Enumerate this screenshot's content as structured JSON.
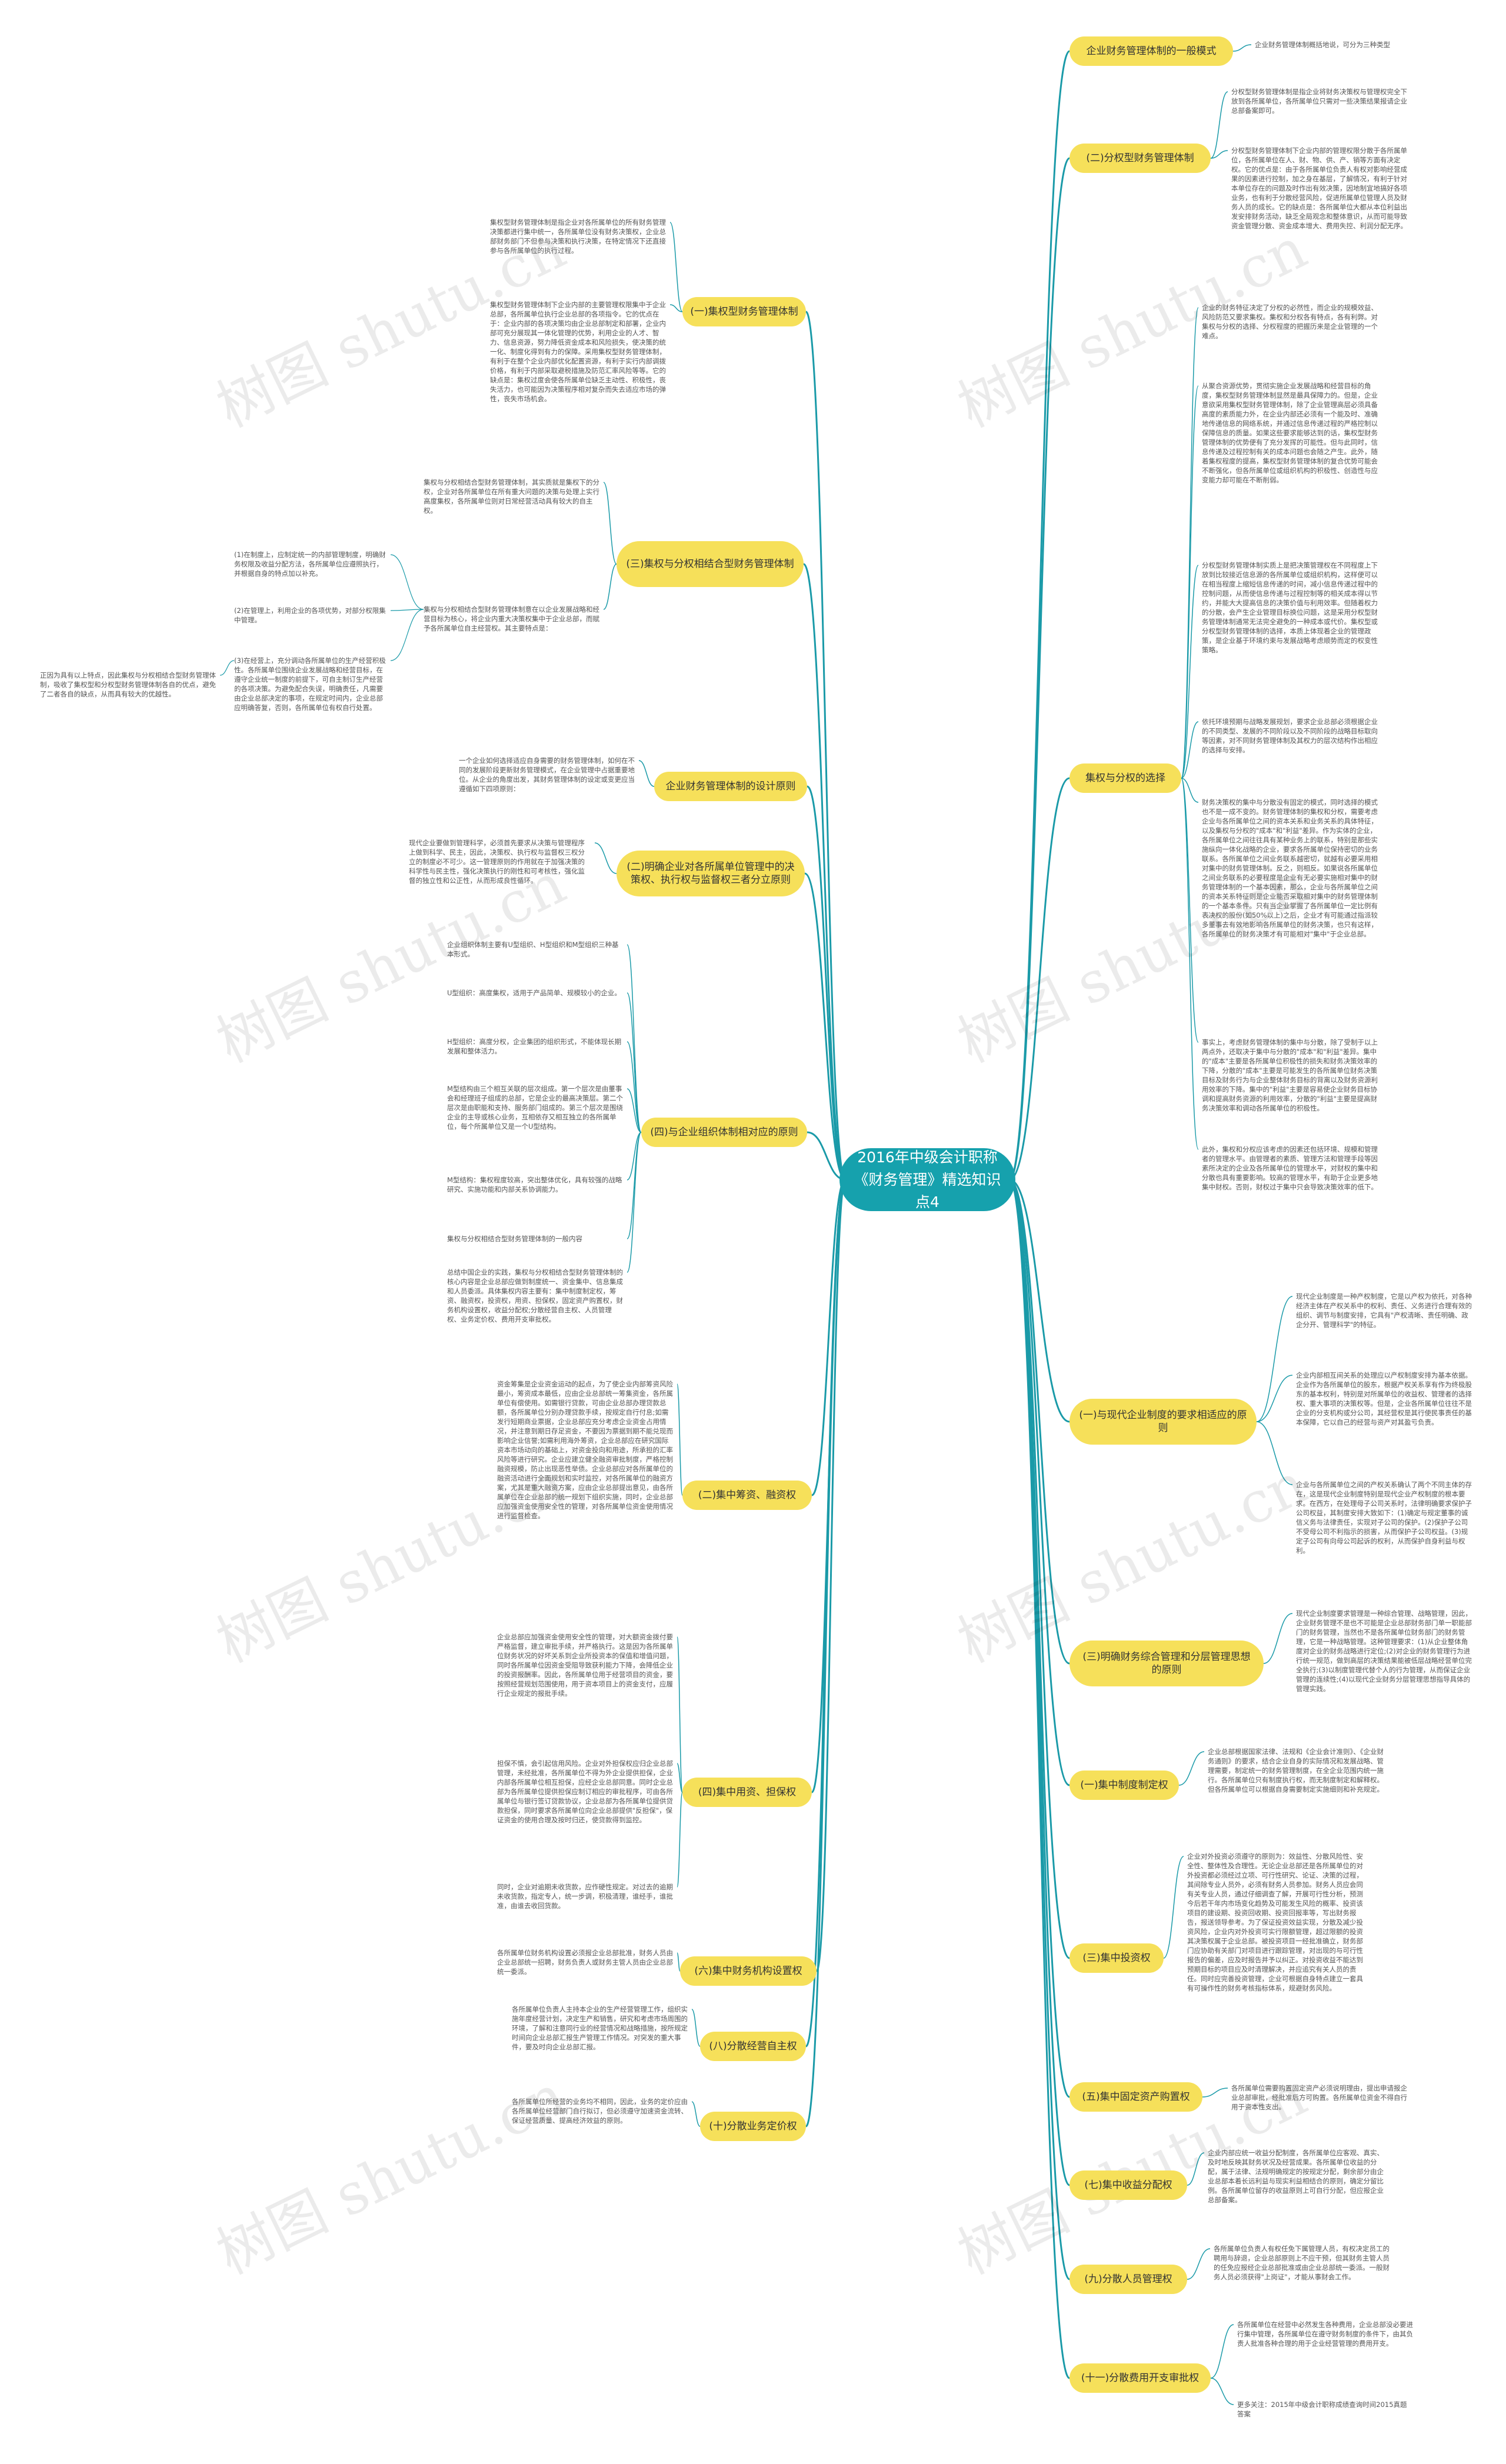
{
  "center": "2016年中级会计职称《财务管理》精选知识点4",
  "watermark": "树图 shutu.cn",
  "colors": {
    "center_fill": "#16a1ad",
    "branch_fill": "#f6e05a",
    "line": "#1a9aa8"
  },
  "right": {
    "b1": {
      "label": "企业财务管理体制的一般模式",
      "leaf": "企业财务管理体制概括地说，可分为三种类型"
    },
    "b2": {
      "label": "(二)分权型财务管理体制",
      "leaf1": "分权型财务管理体制是指企业将财务决策权与管理权完全下放到各所属单位，各所属单位只需对一些决策结果报请企业总部备案即可。",
      "leaf2": "分权型财务管理体制下企业内部的管理权限分散于各所属单位，各所属单位在人、财、物、供、产、销等方面有决定权。它的优点是：由于各所属单位负责人有权对影响经营成果的因素进行控制，加之身在基层，了解情况，有利于针对本单位存在的问题及时作出有效决策，因地制宜地搞好各项业务，也有利于分散经营风险，促进所属单位管理人员及财务人员的成长。它的缺点是：各所属单位大都从本位利益出发安排财务活动，缺乏全局观念和整体意识，从而可能导致资金管理分散、资金成本增大、费用失控、利润分配无序。"
    },
    "b3": {
      "label": "集权与分权的选择",
      "leaf1": "企业的财务特征决定了分权的必然性，而企业的规模效益、风险防范又要求集权。集权和分权各有特点，各有利弊。对集权与分权的选择、分权程度的把握历来是企业管理的一个难点。",
      "leaf2": "从聚合资源优势，贯彻实施企业发展战略和经营目标的角度，集权型财务管理体制显然是最具保障力的。但是，企业意欲采用集权型财务管理体制，除了企业管理高层必须具备高度的素质能力外，在企业内部还必须有一个能及时、准确地传递信息的网络系统，并通过信息传递过程的严格控制以保障信息的质量。如果这些要求能够达到的话，集权型财务管理体制的优势便有了充分发挥的可能性。但与此同时，信息传递及过程控制有关的成本问题也会随之产生。此外，随着集权程度的提高，集权型财务管理体制的复合优势可能会不断强化，但各所属单位或组织机构的积极性、创造性与应变能力却可能在不断削弱。",
      "leaf3": "分权型财务管理体制实质上是把决策管理权在不同程度上下放到比较接近信息源的各所属单位或组织机构，这样便可以在相当程度上缩短信息传递的时间，减小信息传递过程中的控制问题，从而使信息传递与过程控制等的相关成本得以节约，并能大大提高信息的决策价值与利用效率。但随着权力的分散，会产生企业管理目标换位问题，这是采用分权型财务管理体制通常无法完全避免的一种成本或代价。集权型或分权型财务管理体制的选择，本质上体现着企业的管理政策，是企业基于环境约束与发展战略考虑顺势而定的权变性策略。",
      "leaf4": "依托环境预期与战略发展规划，要求企业总部必须根据企业的不同类型、发展的不同阶段以及不同阶段的战略目标取向等因素，对不同财务管理体制及其权力的层次结构作出相应的选择与安排。",
      "leaf5": "财务决策权的集中与分散没有固定的模式，同时选择的模式也不是一成不变的。财务管理体制的集权和分权，需要考虑企业与各所属单位之间的资本关系和业务关系的具体特征，以及集权与分权的\"成本\"和\"利益\"差异。作为实体的企业，各所属单位之间往往具有某种业务上的联系，特别是那些实施纵向一体化战略的企业，要求各所属单位保持密切的业务联系。各所属单位之间业务联系越密切，就越有必要采用相对集中的财务管理体制。反之，则相反。如果说各所属单位之间业务联系的必要程度是企业有无必要实施相对集中的财务管理体制的一个基本因素，那么，企业与各所属单位之间的资本关系特征则是企业能否采取相对集中的财务管理体制的一个基本条件。只有当企业掌握了各所属单位一定比例有表决权的股份(如50%以上)之后，企业才有可能通过指派较多董事去有效地影响各所属单位的财务决策，也只有这样，各所属单位的财务决策才有可能相对\"集中\"于企业总部。",
      "leaf6": "事实上，考虑财务管理体制的集中与分散，除了受制于以上两点外，还取决于集中与分散的\"成本\"和\"利益\"差异。集中的\"成本\"主要是各所属单位积极性的损失和财务决策效率的下降，分散的\"成本\"主要是可能发生的各所属单位财务决策目标及财务行为与企业整体财务目标的背离以及财务资源利用效率的下降。集中的\"利益\"主要是容易使企业财务目标协调和提高财务资源的利用效率，分散的\"利益\"主要是提高财务决策效率和调动各所属单位的积极性。",
      "leaf7": "此外，集权和分权应该考虑的因素还包括环境、规模和管理者的管理水平。由管理者的素质、管理方法和管理手段等因素所决定的企业及各所属单位的管理水平，对财权的集中和分散也具有重要影响。较高的管理水平，有助于企业更多地集中财权。否则，财权过于集中只会导致决策效率的低下。"
    },
    "b4": {
      "label": "(一)与现代企业制度的要求相适应的原则",
      "leaf1": "现代企业制度是一种产权制度，它是以产权为依托，对各种经济主体在产权关系中的权利、责任、义务进行合理有效的组织、调节与制度安排，它具有\"产权清晰、责任明确、政企分开、管理科学\"的特征。",
      "leaf2": "企业内部相互间关系的处理应以产权制度安排为基本依据。企业作为各所属单位的股东，根据产权关系享有作为终极股东的基本权利，特别是对所属单位的收益权、管理者的选择权、重大事项的决策权等。但是，企业各所属单位往往不是企业的分支机构或分公司，其经营权是其行使民事责任的基本保障，它以自己的经营与资产对其盈亏负责。",
      "leaf3": "企业与各所属单位之间的产权关系确认了两个不同主体的存在，这是现代企业制度特别是现代企业产权制度的根本要求。在西方，在处理母子公司关系时，法律明确要求保护子公司权益，其制度安排大致如下：(1)确定与规定董事的诚信义务与法律责任，实现对子公司的保护。(2)保护子公司不受母公司不利指示的损害，从而保护子公司权益。(3)规定子公司有向母公司起诉的权利，从而保护自身利益与权利。"
    },
    "b5": {
      "label": "(三)明确财务综合管理和分层管理思想的原则",
      "leaf": "现代企业制度要求管理是一种综合管理、战略管理，因此，企业财务管理不是也不可能是企业总部财务部门单一职能部门的财务管理，当然也不是各所属单位财务部门的财务管理，它是一种战略管理。这种管理要求：(1)从企业整体角度对企业的财务战略进行定位;(2)对企业的财务管理行为进行统一规范，做到高层的决策结果能被低层战略经营单位完全执行;(3)以制度管理代替个人的行为管理，从而保证企业管理的连续性;(4)以现代企业财务分层管理思想指导具体的管理实践。"
    },
    "b6": {
      "label": "(一)集中制度制定权",
      "leaf": "企业总部根据国家法律、法规和《企业会计准则》、《企业财务通则》的要求，结合企业自身的实际情况和发展战略、管理需要，制定统一的财务管理制度，在全企业范围内统一施行。各所属单位只有制度执行权，而无制度制定和解释权。但各所属单位可以根据自身需要制定实施细则和补充规定。"
    },
    "b7": {
      "label": "(三)集中投资权",
      "leaf": "企业对外投资必须遵守的原则为：效益性、分散风险性、安全性、整体性及合理性。无论企业总部还是各所属单位的对外投资都必须经过立项、可行性研究、论证、决策的过程，其间除专业人员外，必须有财务人员参加。财务人员应会同有关专业人员，通过仔细调查了解，开展可行性分析，预测今后若干年内市场变化趋势及可能发生风险的概率、投资该项目的建设期、投资回收期、投资回报率等，写出财务报告，报送领导参考。为了保证投资效益实现，分散及减少投资风险，企业内对外投资可实行限额管理，超过限额的投资其决策权属于企业总部。被投资项目一经批准确立，财务部门应协助有关部门对项目进行跟踪管理，对出现的与可行性报告的偏差，应及时报告并予以纠正。对投资收益不能达到预期目标的项目应及时清理解决，并应追究有关人员的责任。同时应完善投资管理，企业可根据自身特点建立一套具有可操作性的财务考核指标体系，规避财务风险。"
    },
    "b8": {
      "label": "(五)集中固定资产购置权",
      "leaf": "各所属单位需要购置固定资产必须说明理由，提出申请报企业总部审批，经批准后方可购置。各所属单位资金不得自行用于资本性支出。"
    },
    "b9": {
      "label": "(七)集中收益分配权",
      "leaf": "企业内部应统一收益分配制度，各所属单位应客观、真实、及时地反映其财务状况及经营成果。各所属单位收益的分配，属于法律、法规明确规定的按规定分配，剩余部分由企业总部本着长远利益与现实利益相结合的原则，确定分留比例。各所属单位留存的收益原则上可自行分配，但应报企业总部备案。"
    },
    "b10": {
      "label": "(九)分散人员管理权",
      "leaf": "各所属单位负责人有权任免下属管理人员，有权决定员工的聘用与辞退，企业总部原则上不应干预，但其财务主管人员的任免应报经企业总部批准或由企业总部统一委派。一般财务人员必须获得\"上岗证\"，才能从事财会工作。"
    },
    "b11": {
      "label": "(十一)分散费用开支审批权",
      "leaf1": "各所属单位在经营中必然发生各种费用，企业总部没必要进行集中管理，各所属单位在遵守财务制度的条件下，由其负责人批准各种合理的用于企业经营管理的费用开支。",
      "leaf2": "更多关注：2015年中级会计职称成绩查询时间2015真题答案"
    }
  },
  "left": {
    "b1": {
      "label": "(一)集权型财务管理体制",
      "leaf1": "集权型财务管理体制是指企业对各所属单位的所有财务管理决策都进行集中统一，各所属单位没有财务决策权，企业总部财务部门不但参与决策和执行决策，在特定情况下还直接参与各所属单位的执行过程。",
      "leaf2": "集权型财务管理体制下企业内部的主要管理权限集中于企业总部，各所属单位执行企业总部的各项指令。它的优点在于：企业内部的各项决策均由企业总部制定和部署，企业内部可充分展现其一体化管理的优势，利用企业的人才、智力、信息资源，努力降低资金成本和风险损失，使决策的统一化、制度化得到有力的保障。采用集权型财务管理体制，有利于在整个企业内部优化配置资源，有利于实行内部调拨价格，有利于内部采取避税措施及防范汇率风险等等。它的缺点是：集权过度会使各所属单位缺乏主动性、积极性，丧失活力，也可能因为决策程序相对复杂而失去适应市场的弹性，丧失市场机会。"
    },
    "b2": {
      "label": "(三)集权与分权相结合型财务管理体制",
      "leaf1": "集权与分权相结合型财务管理体制，其实质就是集权下的分权，企业对各所属单位在所有重大问题的决策与处理上实行高度集权，各所属单位则对日常经营活动具有较大的自主权。",
      "leaf2": "集权与分权相结合型财务管理体制意在以企业发展战略和经营目标为核心，将企业内重大决策权集中于企业总部，而赋予各所属单位自主经营权。其主要特点是：",
      "sub1": "(1)在制度上，应制定统一的内部管理制度，明确财务权限及收益分配方法，各所属单位应遵照执行，并根据自身的特点加以补充。",
      "sub2": "(2)在管理上，利用企业的各项优势，对部分权限集中管理。",
      "sub3": "(3)在经营上，充分调动各所属单位的生产经营积极性。各所属单位围绕企业发展战略和经营目标，在遵守企业统一制度的前提下，可自主制订生产经营的各项决策。为避免配合失误，明确责任，凡需要由企业总部决定的事项，在规定时间内，企业总部应明确答复，否则，各所属单位有权自行处置。",
      "subsub": "正因为具有以上特点，因此集权与分权相结合型财务管理体制，吸收了集权型和分权型财务管理体制各自的优点，避免了二者各自的缺点，从而具有较大的优越性。"
    },
    "b3": {
      "label": "企业财务管理体制的设计原则",
      "leaf": "一个企业如何选择适应自身需要的财务管理体制，如何在不同的发展阶段更新财务管理模式，在企业管理中占据重要地位。从企业的角度出发，其财务管理体制的设定或变更应当遵循如下四项原则："
    },
    "b4": {
      "label": "(二)明确企业对各所属单位管理中的决策权、执行权与监督权三者分立原则",
      "leaf": "现代企业要做到管理科学，必须首先要求从决策与管理程序上做到科学、民主，因此，决策权、执行权与监督权三权分立的制度必不可少。这一管理原则的作用就在于加强决策的科学性与民主性，强化决策执行的刚性和可考核性，强化监督的独立性和公正性，从而形成良性循环。"
    },
    "b5": {
      "label": "(四)与企业组织体制相对应的原则",
      "leaf1": "企业组织体制主要有U型组织、H型组织和M型组织三种基本形式。",
      "leaf2": "U型组织：高度集权，适用于产品简单、规模较小的企业。",
      "leaf3": "H型组织：高度分权，企业集团的组织形式，不能体现长期发展和整体活力。",
      "leaf4": "M型结构由三个相互关联的层次组成。第一个层次是由董事会和经理班子组成的总部，它是企业的最高决策层。第二个层次是由职能和支持、服务部门组成的。第三个层次是围绕企业的主导或核心业务，互相依存又相互独立的各所属单位，每个所属单位又是一个U型结构。",
      "leaf5": "M型结构：集权程度较高，突出整体优化，具有较强的战略研究、实施功能和内部关系协调能力。",
      "leaf6": "集权与分权相结合型财务管理体制的一般内容",
      "leaf7": "总结中国企业的实践，集权与分权相结合型财务管理体制的核心内容是企业总部应做到制度统一、资金集中、信息集成和人员委派。具体集权内容主要有：集中制度制定权，筹资、融资权，投资权，用资、担保权，固定资产购置权，财务机构设置权，收益分配权;分散经营自主权、人员管理权、业务定价权、费用开支审批权。"
    },
    "b6": {
      "label": "(二)集中筹资、融资权",
      "leaf": "资金筹集是企业资金运动的起点，为了使企业内部筹资风险最小，筹资成本最低，应由企业总部统一筹集资金，各所属单位有偿使用。如需银行贷款，可由企业总部办理贷款总额，各所属单位分别办理贷款手续，按规定自行付息;如需发行短期商业票据，企业总部应充分考虑企业资金占用情况，并注意到期日存足资金，不要因为票据到期不能兑现而影响企业信誉;如需利用海外筹资，企业总部应在研究国际资本市场动向的基础上，对资金投向和用途，所承担的汇率风险等进行研究。企业应建立健全融资审批制度，严格控制融资规模，防止出现恶性举债。企业总部应对各所属单位的融资活动进行全面规划和实时监控，对各所属单位的融资方案，尤其是重大融资方案，应由企业总部提出意见，由各所属单位在企业总部的统一规划下组织实施，同时，企业总部应加强资金使用安全性的管理，对各所属单位资金使用情况进行监督检查。"
    },
    "b7": {
      "label": "(四)集中用资、担保权",
      "leaf1": "企业总部应加强资金使用安全性的管理，对大额资金拨付要严格监督，建立审批手续，并严格执行。这是因为各所属单位财务状况的好坏关系到企业所投资本的保值和增值问题，同时各所属单位因资金受阻导致获利能力下降，会降低企业的投资报酬率。因此，各所属单位用于经营项目的资金，要按照经营规划范围使用，用于资本项目上的资金支付，应履行企业规定的报批手续。",
      "leaf2": "担保不慎，会引起信用风险。企业对外担保权应归企业总部管理，未经批准，各所属单位不得为外企业提供担保，企业内部各所属单位相互担保，应经企业总部同意。同时企业总部为各所属单位提供担保应制订相应的审批程序，可由各所属单位与银行签订贷款协议，企业总部为各所属单位提供贷款担保，同时要求各所属单位向企业总部提供\"反担保\"，保证资金的使用合理及按时归还，使贷款得到监控。",
      "leaf3": "同时，企业对逾期未收货款，应作硬性规定。对过去的逾期未收货款，指定专人，统一步调，积极清理，谁经手，谁批准，由谁去收回货款。"
    },
    "b8": {
      "label": "(六)集中财务机构设置权",
      "leaf": "各所属单位财务机构设置必须报企业总部批准，财务人员由企业总部统一招聘，财务负责人或财务主管人员由企业总部统一委派。"
    },
    "b9": {
      "label": "(八)分散经营自主权",
      "leaf": "各所属单位负责人主持本企业的生产经营管理工作，组织实施年度经营计划，决定生产和销售，研究和考虑市场周围的环境，了解和注意同行业的经营情况和战略措施，按所规定时间向企业总部汇报生产管理工作情况。对突发的重大事件，要及时向企业总部汇报。"
    },
    "b10": {
      "label": "(十)分散业务定价权",
      "leaf": "各所属单位所经营的业务均不相同，因此，业务的定价应由各所属单位经营部门自行拟订，但必须遵守加速资金流转、保证经营质量、提高经济效益的原则。"
    }
  }
}
